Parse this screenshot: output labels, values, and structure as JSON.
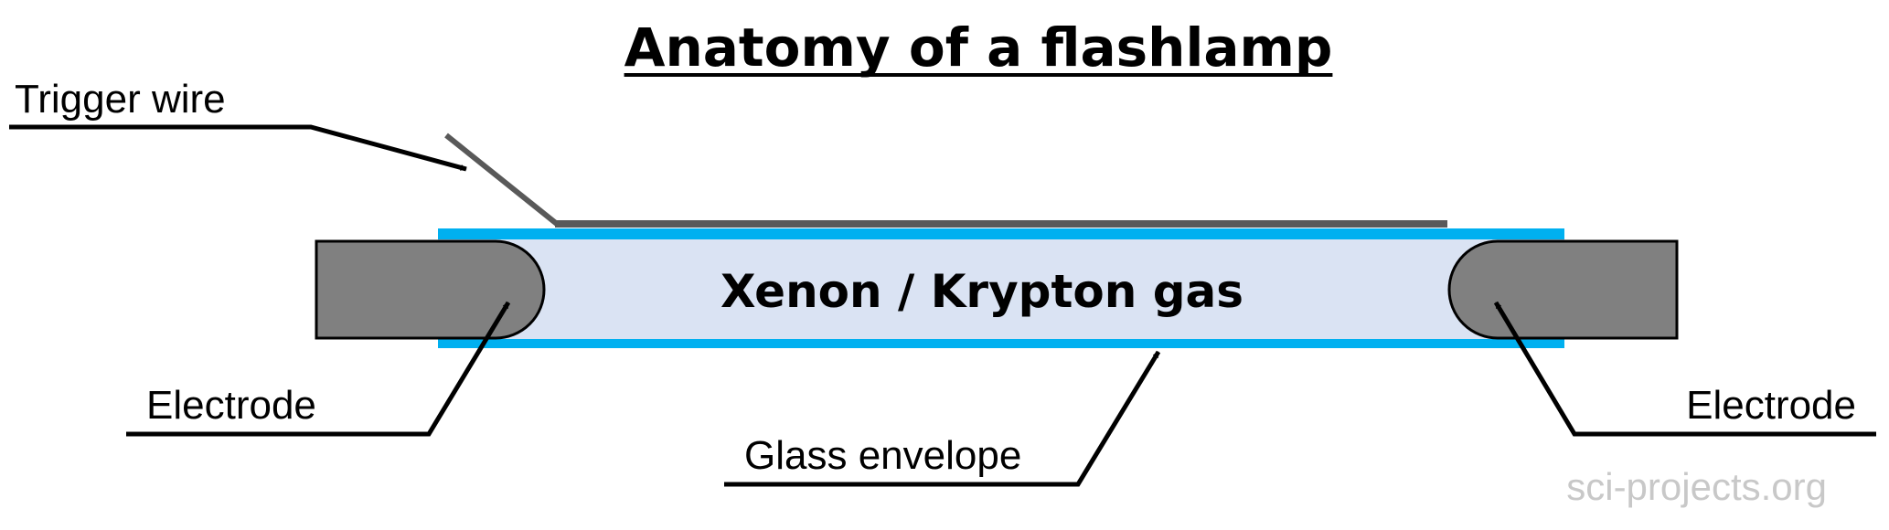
{
  "title": "Anatomy of a flashlamp",
  "gas_label": "Xenon / Krypton gas",
  "labels": {
    "trigger_wire": "Trigger wire",
    "electrode_left": "Electrode",
    "electrode_right": "Electrode",
    "glass_envelope": "Glass envelope"
  },
  "credit": "sci-projects.org",
  "colors": {
    "glass": "#00b0f0",
    "gas_fill": "#dae3f3",
    "electrode": "#808080",
    "trigger_wire": "#595959",
    "line": "#000000"
  }
}
